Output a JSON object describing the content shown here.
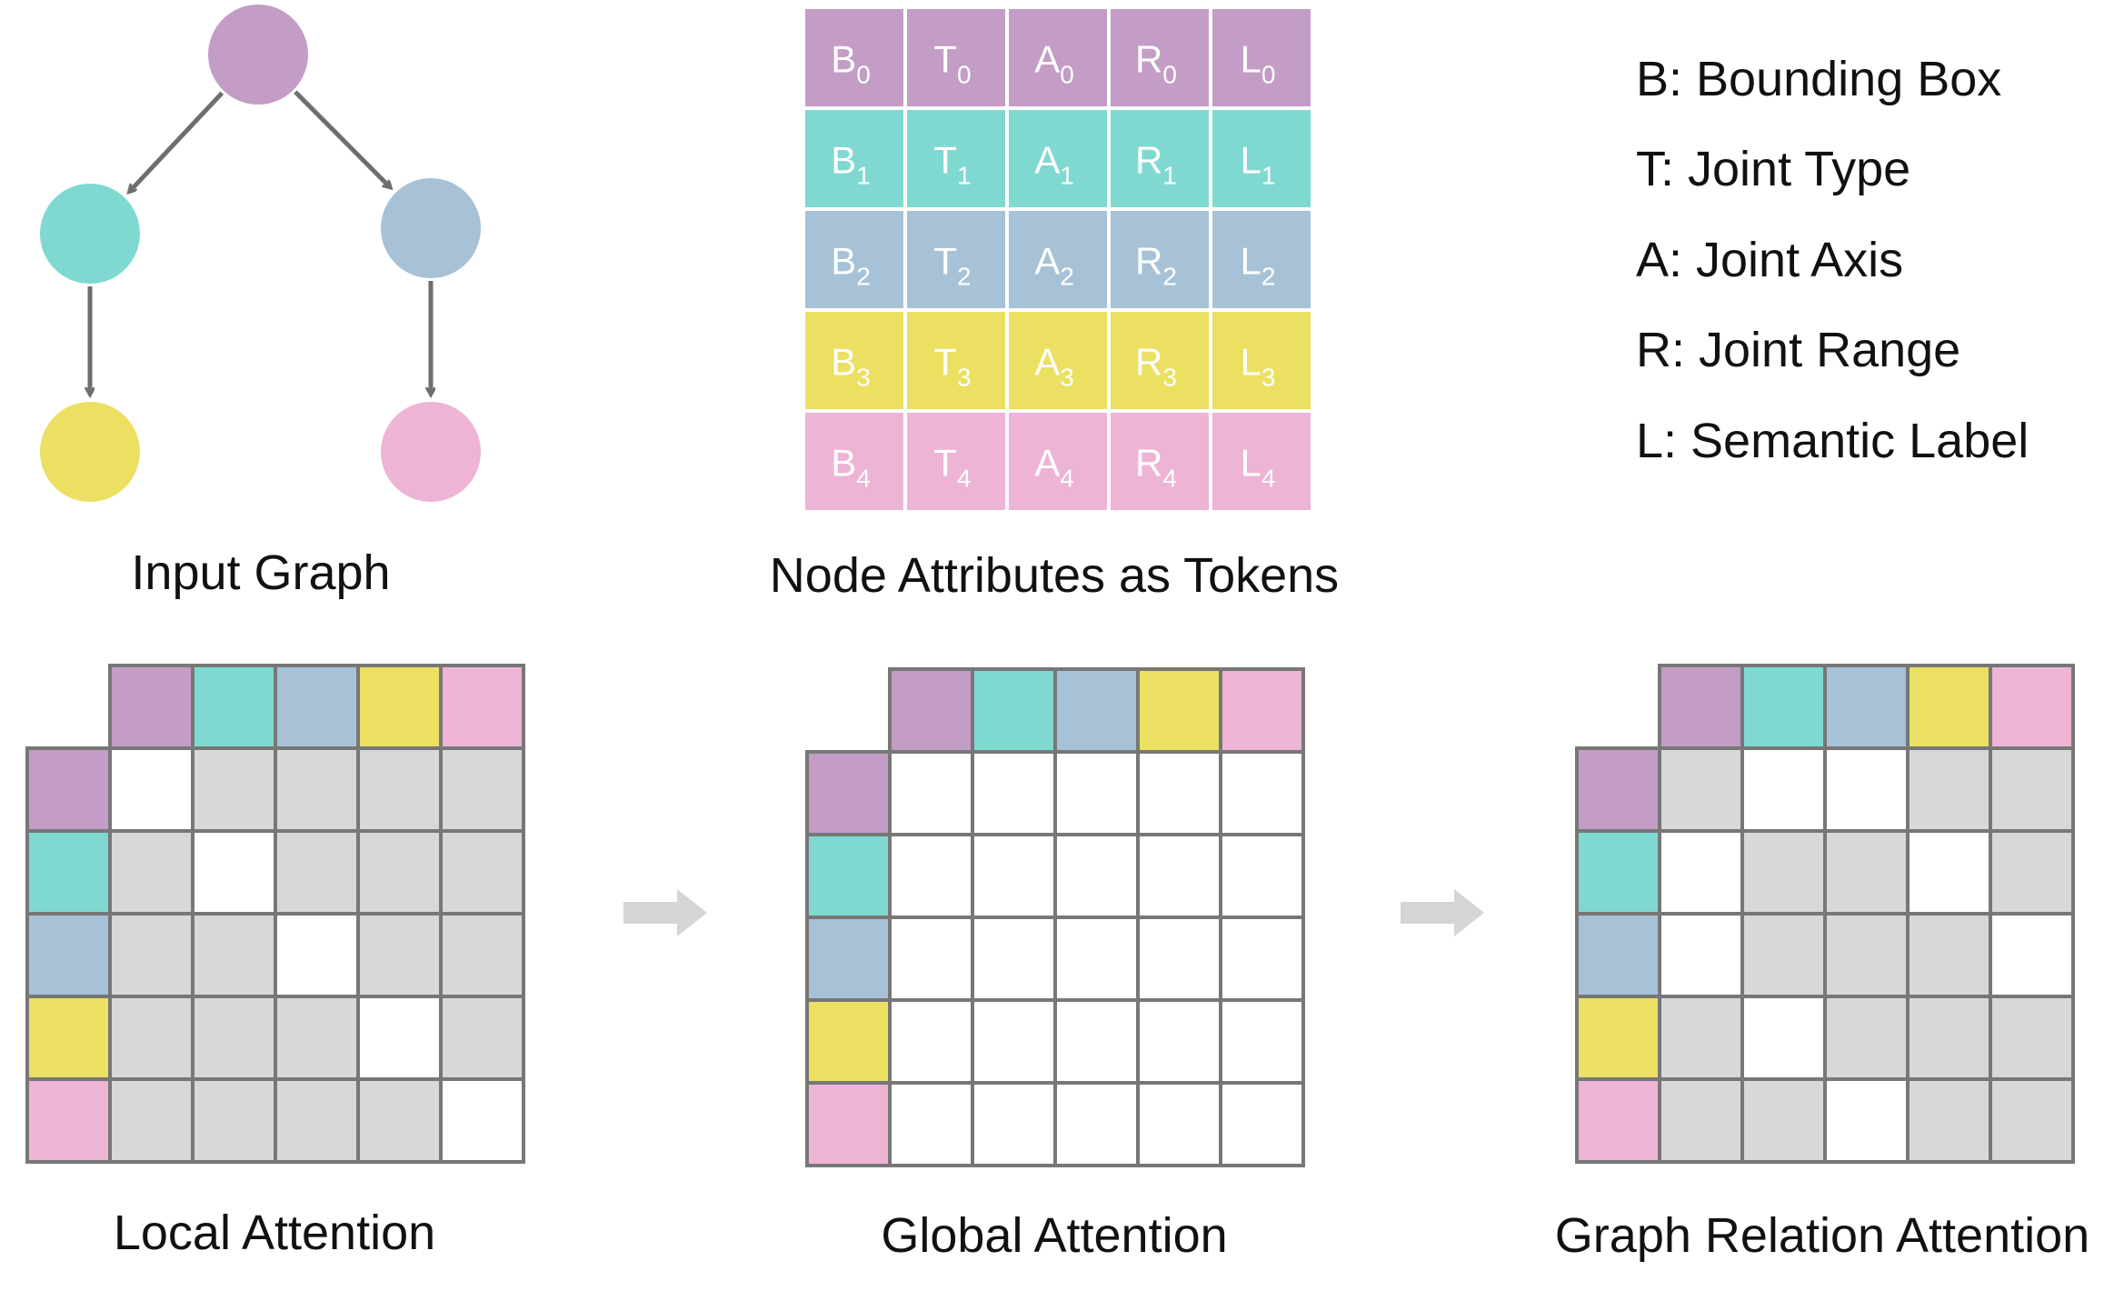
{
  "colors": {
    "purple": "#C39DC6",
    "teal": "#80D9D1",
    "blue": "#A7C2D7",
    "yellow": "#EBE062",
    "pink": "#EEB4D5",
    "gray_cell": "#D8D8D8",
    "white_cell": "#FFFFFF",
    "grid_line": "#777777",
    "edge": "#6E6E6E",
    "arrow_light": "#D5D5D5",
    "text": "#111111",
    "token_text": "#FFFFFF"
  },
  "node_colors": [
    "purple",
    "teal",
    "blue",
    "yellow",
    "pink"
  ],
  "input_graph": {
    "caption": "Input Graph",
    "edges": [
      [
        0,
        1
      ],
      [
        0,
        2
      ],
      [
        1,
        3
      ],
      [
        2,
        4
      ]
    ]
  },
  "tokens": {
    "caption": "Node Attributes as Tokens",
    "letters": [
      "B",
      "T",
      "A",
      "R",
      "L"
    ],
    "subscripts": [
      "0",
      "1",
      "2",
      "3",
      "4"
    ]
  },
  "legend": [
    "B: Bounding Box",
    "T: Joint Type",
    "A: Joint Axis",
    "R: Joint Range",
    "L: Semantic Label"
  ],
  "matrices": [
    {
      "caption": "Local Attention",
      "mask": [
        [
          1,
          0,
          0,
          0,
          0
        ],
        [
          0,
          1,
          0,
          0,
          0
        ],
        [
          0,
          0,
          1,
          0,
          0
        ],
        [
          0,
          0,
          0,
          1,
          0
        ],
        [
          0,
          0,
          0,
          0,
          1
        ]
      ]
    },
    {
      "caption": "Global Attention",
      "mask": [
        [
          1,
          1,
          1,
          1,
          1
        ],
        [
          1,
          1,
          1,
          1,
          1
        ],
        [
          1,
          1,
          1,
          1,
          1
        ],
        [
          1,
          1,
          1,
          1,
          1
        ],
        [
          1,
          1,
          1,
          1,
          1
        ]
      ]
    },
    {
      "caption": "Graph Relation Attention",
      "mask": [
        [
          0,
          1,
          1,
          0,
          0
        ],
        [
          1,
          0,
          0,
          1,
          0
        ],
        [
          1,
          0,
          0,
          0,
          1
        ],
        [
          0,
          1,
          0,
          0,
          0
        ],
        [
          0,
          0,
          1,
          0,
          0
        ]
      ]
    }
  ]
}
